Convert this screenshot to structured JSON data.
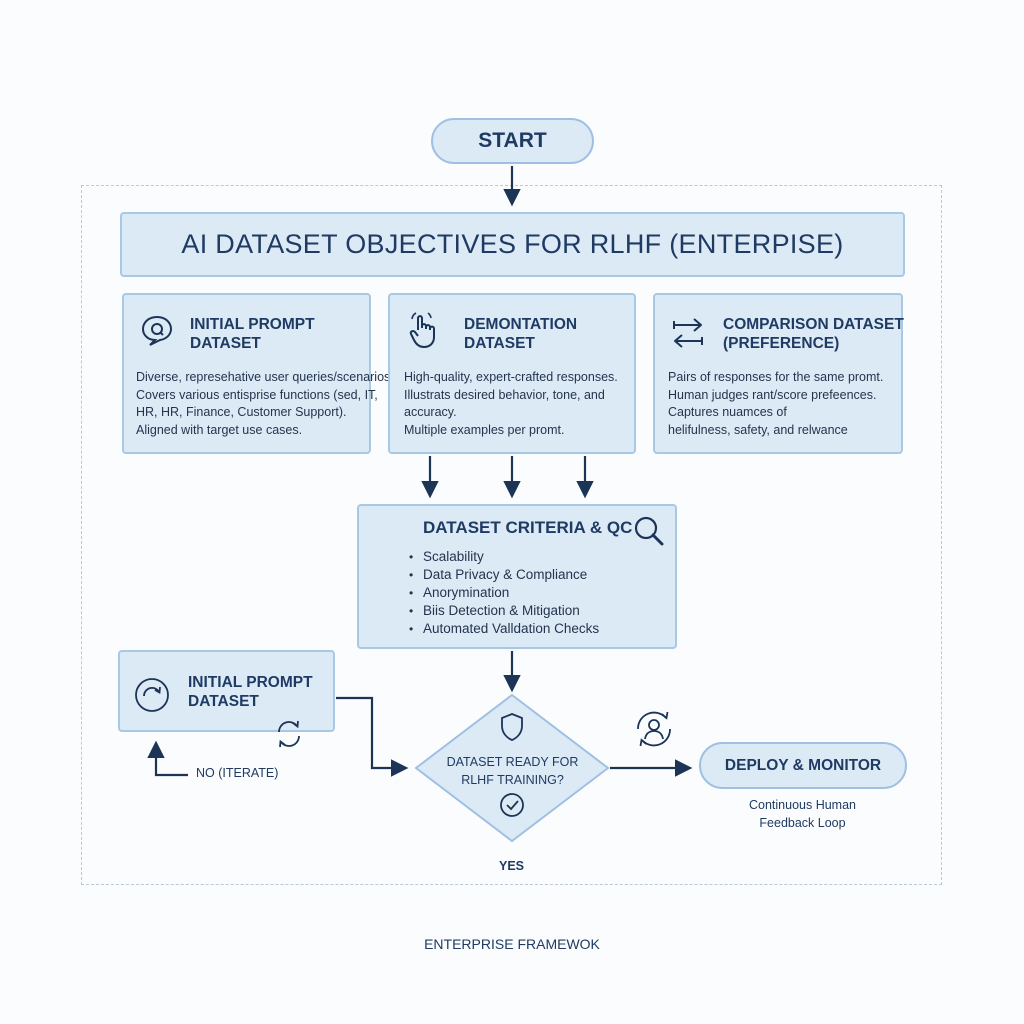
{
  "start": {
    "label": "START"
  },
  "objectives": {
    "title": "AI DATASET OBJECTIVES FOR RLHF (ENTERPISE)"
  },
  "cards": [
    {
      "title_line1": "INITIAL PROMPT",
      "title_line2": "DATASET",
      "lines": [
        "Diverse, represehative user queries/scenarios.",
        "Covers various entisprise functions (sed, IT,",
        "HR, HR, Finance, Customer Support).",
        "Aligned with target use cases."
      ]
    },
    {
      "title_line1": "DEMONTATION",
      "title_line2": "DATASET",
      "lines": [
        "High-quality, expert-crafted responses.",
        "Illustrats desired behavior, tone, and accuracy.",
        "Multiple examples per promt."
      ]
    },
    {
      "title_line1": "COMPARISON DATASET",
      "title_line2": "(PREFERENCE)",
      "lines": [
        "Pairs of responses for the same promt.",
        "Human judges rant/score prefeences.",
        "Captures nuamces of",
        "helifulness, safety, and relwance"
      ]
    }
  ],
  "criteria": {
    "title": "DATASET CRITERIA & QC",
    "items": [
      "Scalability",
      "Data Privacy & Compliance",
      "Anorymination",
      "Biis Detection & Mitigation",
      "Automated Valldation Checks"
    ]
  },
  "iterate_box": {
    "line1": "INITIAL PROMPT",
    "line2": "DATASET"
  },
  "no_label": "NO (ITERATE)",
  "decision": {
    "line1": "DATASET READY FOR",
    "line2": "RLHF TRAINING?"
  },
  "yes_label": "YES",
  "deploy": {
    "label": "DEPLOY & MONITOR",
    "caption_line1": "Continuous Human",
    "caption_line2": "Feedback Loop"
  },
  "footer": "ENTERPRISE FRAMEWOK",
  "colors": {
    "box_fill": "#dceaf6",
    "box_border": "#a9c8e6",
    "arrow": "#1c3557",
    "text": "#1f3b63"
  },
  "icons": [
    "chat-search-icon",
    "hand-pointer-icon",
    "compare-arrows-icon",
    "magnifier-icon",
    "refresh-circle-icon",
    "refresh-icon",
    "shield-icon",
    "check-circle-icon",
    "user-refresh-icon"
  ]
}
